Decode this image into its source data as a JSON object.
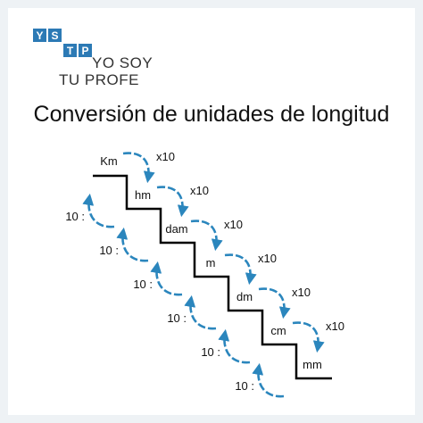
{
  "logo": {
    "letters": [
      "Y",
      "S",
      "T",
      "P"
    ],
    "line1": "YO SOY",
    "line2": "TU PROFE",
    "color": "#2c7ab5"
  },
  "title": "Conversión de unidades de longitud",
  "units": [
    "Km",
    "hm",
    "dam",
    "m",
    "dm",
    "cm",
    "mm"
  ],
  "multiply_label": "x10",
  "divide_label": "10 :",
  "colors": {
    "arrow": "#2b86bd",
    "stairs": "#000000",
    "text": "#111111"
  }
}
